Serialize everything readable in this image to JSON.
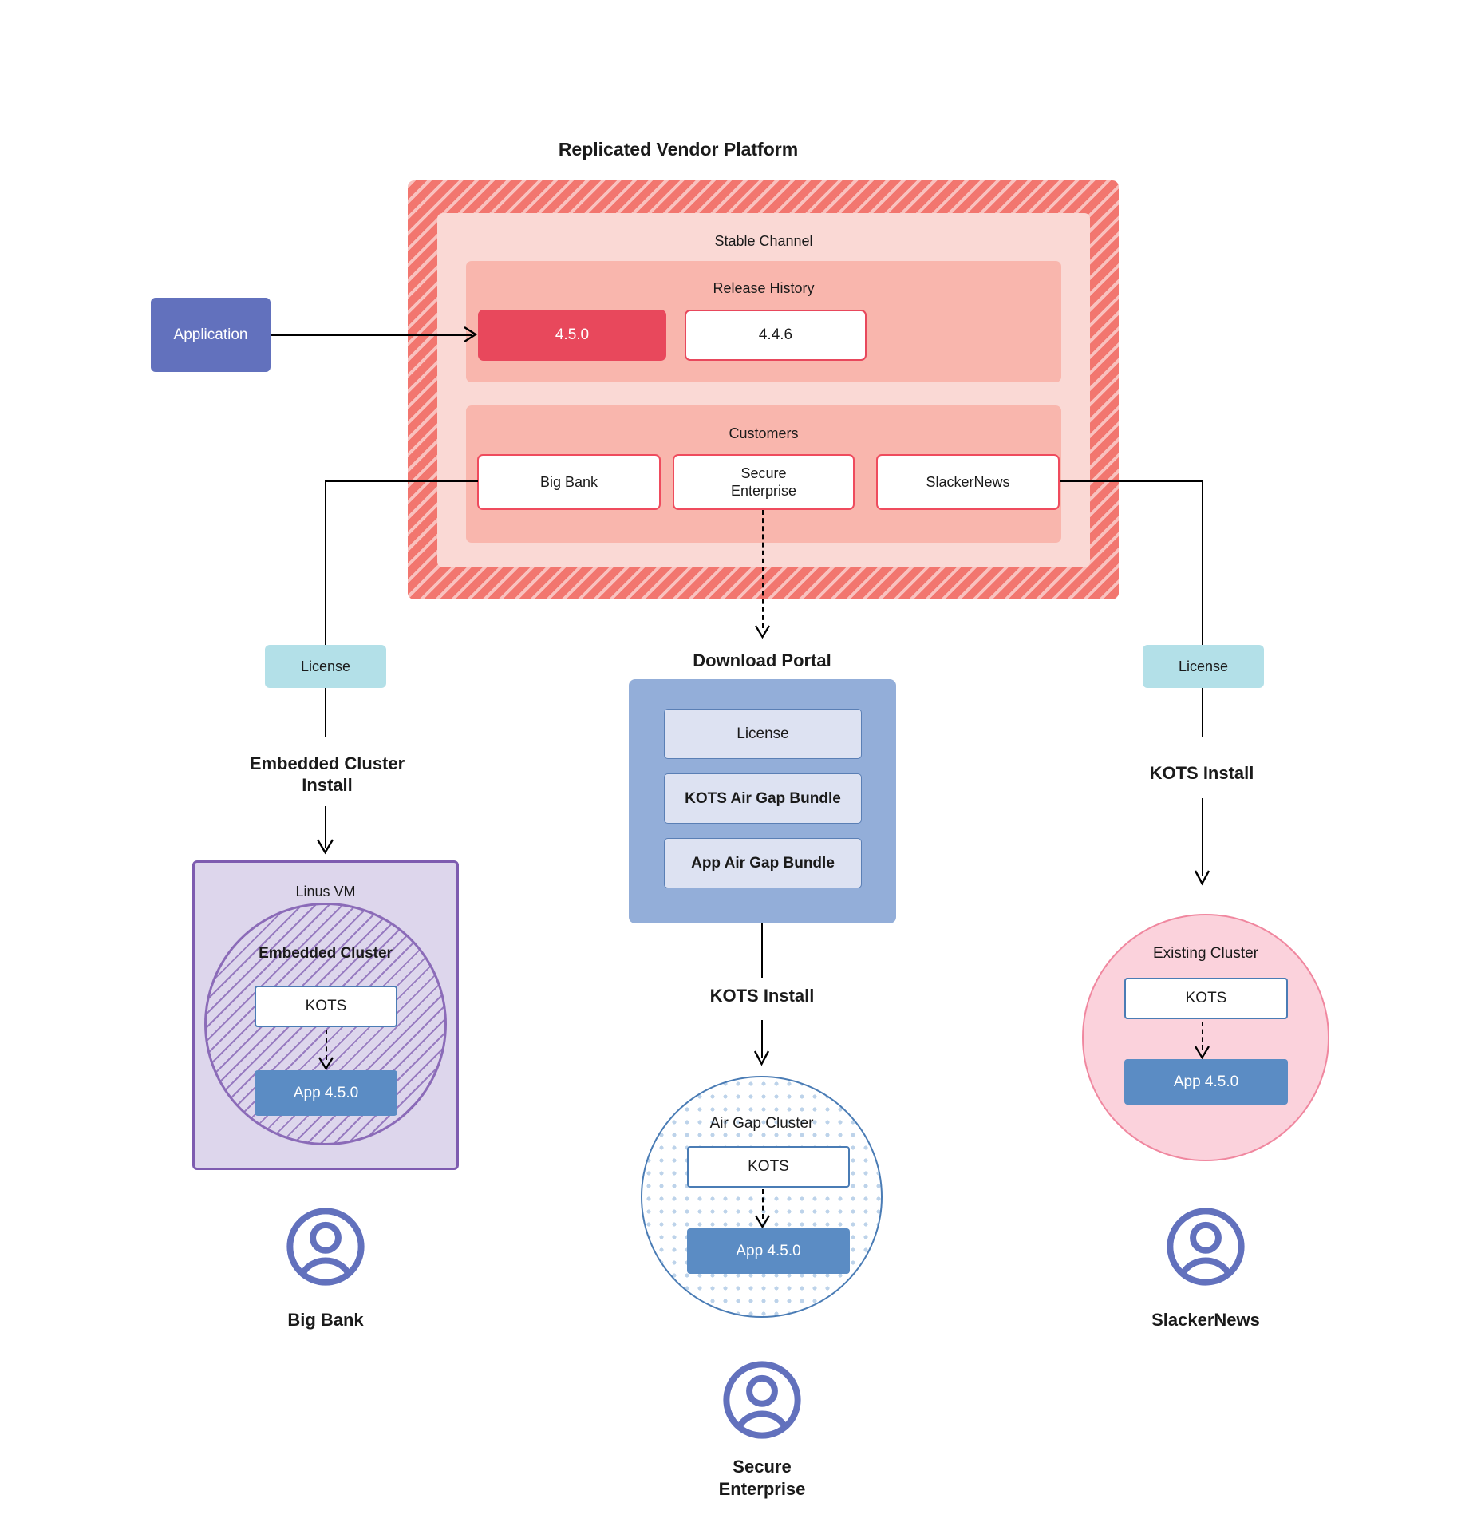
{
  "diagram": {
    "title": "Replicated Vendor Platform",
    "application": {
      "label": "Application"
    },
    "vendor_platform": {
      "channel": {
        "title": "Stable Channel"
      },
      "release_history": {
        "title": "Release History",
        "releases": [
          {
            "version": "4.5.0",
            "state": "active"
          },
          {
            "version": "4.4.6",
            "state": "inactive"
          }
        ]
      },
      "customers": {
        "title": "Customers",
        "items": [
          {
            "name": "Big Bank"
          },
          {
            "name": "Secure\nEnterprise"
          },
          {
            "name": "SlackerNews"
          }
        ]
      }
    },
    "left_branch": {
      "license_label": "License",
      "install_label": "Embedded Cluster\nInstall",
      "vm_title": "Linus VM",
      "cluster_title": "Embedded Cluster",
      "kots_label": "KOTS",
      "app_label": "App 4.5.0",
      "customer_name": "Big Bank"
    },
    "center_branch": {
      "portal_title": "Download  Portal",
      "portal_items": [
        {
          "label": "License"
        },
        {
          "label": "KOTS Air Gap Bundle"
        },
        {
          "label": "App Air Gap Bundle"
        }
      ],
      "install_label": "KOTS Install",
      "cluster_title": "Air Gap Cluster",
      "kots_label": "KOTS",
      "app_label": "App 4.5.0",
      "customer_name": "Secure\nEnterprise"
    },
    "right_branch": {
      "license_label": "License",
      "install_label": "KOTS Install",
      "cluster_title": "Existing Cluster",
      "kots_label": "KOTS",
      "app_label": "App 4.5.0",
      "customer_name": "SlackerNews"
    },
    "colors": {
      "vendor_hatch": "#f2766f",
      "channel_bg": "#fad9d5",
      "sub_bg": "#f9b6ad",
      "release_active": "#e8485c",
      "customer_border": "#ef4b5d",
      "application": "#6271bd",
      "license_chip": "#b3e0e8",
      "portal": "#93aed9",
      "portal_item": "#dde2f2",
      "vm_purple": "#ddd6ec",
      "vm_border": "#7e5cb0",
      "airgap_border": "#4a7cb5",
      "existing_cluster": "#fbd2dc",
      "existing_border": "#f0879f",
      "kots_border": "#4a7cb5",
      "app_blue": "#5b8cc4",
      "avatar": "#6271bd"
    }
  }
}
